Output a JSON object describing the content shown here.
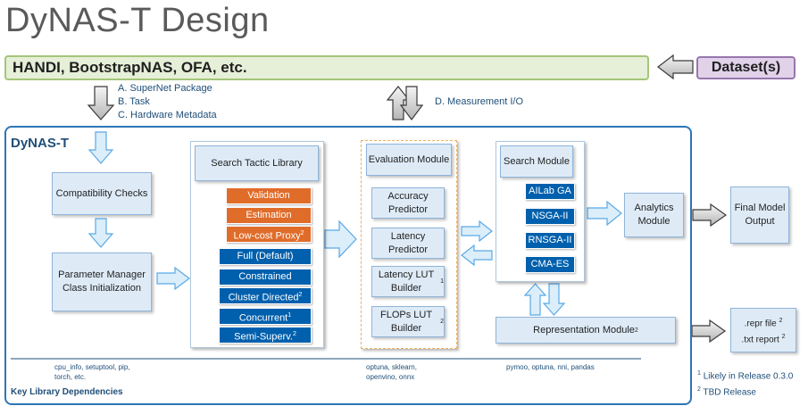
{
  "title": "DyNAS-T Design",
  "top_bar": "HANDI, BootstrapNAS, OFA, etc.",
  "dataset": "Dataset(s)",
  "inputs": [
    "A. SuperNet Package",
    "B. Task",
    "C. Hardware Metadata"
  ],
  "measurement": "D. Measurement I/O",
  "frame_title": "DyNAS-T",
  "compat": "Compatibility Checks",
  "param_manager": "Parameter Manager Class Initialization",
  "search_tactic": {
    "title": "Search Tactic Library",
    "orange_items": [
      "Validation",
      "Estimation",
      "Low-cost Proxy"
    ],
    "blue_items": [
      "Full (Default)",
      "Constrained",
      "Cluster Directed",
      "Concurrent",
      "Semi-Superv."
    ],
    "sup_low_cost": "2",
    "sup_cluster": "2",
    "sup_concurrent": "1",
    "sup_semi": "2"
  },
  "evaluation": {
    "title": "Evaluation Module",
    "items": [
      "Accuracy Predictor",
      "Latency Predictor",
      "Latency LUT Builder",
      "FLOPs LUT Builder"
    ],
    "sup_latency_lut": "1",
    "sup_flops_lut": "2"
  },
  "search_module": {
    "title": "Search Module",
    "items": [
      "AILab GA",
      "NSGA-II",
      "RNSGA-II",
      "CMA-ES"
    ]
  },
  "analytics": "Analytics Module",
  "final_output": "Final Model Output",
  "representation": "Representation Module",
  "sup_representation": "2",
  "outputs": {
    "repr": ".repr file",
    "txt": ".txt report",
    "sup_repr": "2",
    "sup_txt": "2"
  },
  "dependencies": {
    "label": "Key Library Dependencies",
    "group1": [
      "cpu_info, setuptool, pip,",
      "torch, etc."
    ],
    "group2": [
      "optuna, sklearn,",
      "openvino, onnx"
    ],
    "group3": [
      "pymoo, optuna, nni, pandas"
    ]
  },
  "footnotes": {
    "note1": "Likely in Release 0.3.0",
    "note2": "TBD Release",
    "sup1": "1",
    "sup2": "2"
  },
  "colors": {
    "accent_blue": "#2e75b6",
    "item_blue": "#0060ad",
    "item_orange": "#e06c2a",
    "green_bar": "#e6efd7",
    "purple": "#e1d2ea"
  }
}
